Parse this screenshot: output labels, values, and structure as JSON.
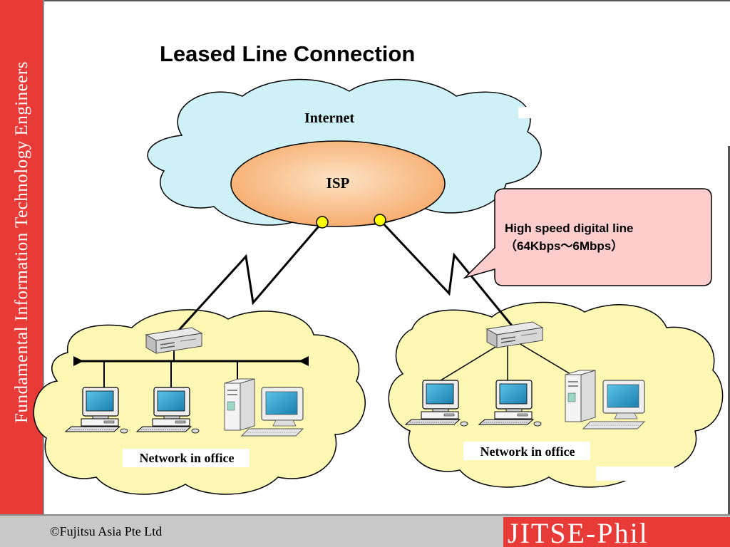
{
  "sidebar": {
    "text": "Fundamental Information Technology Engineers"
  },
  "slide": {
    "title": "Leased Line Connection"
  },
  "diagram": {
    "internet_label": "Internet",
    "isp_label": "ISP",
    "left_network_label": "Network in office",
    "right_network_label": "Network in office",
    "callout": {
      "line1": "High speed digital line",
      "line2": "（64Kbps～6Mbps）"
    }
  },
  "footer": {
    "copyright": "©Fujitsu Asia Pte Ltd",
    "logo_text": "JITSE-Phil"
  },
  "colors": {
    "sidebar": "#e83a36",
    "internet_cloud": "#cdf1f7",
    "isp_fill": "#f9b97a",
    "office_cloud": "#fcf7b3",
    "callout_fill": "#fdcccc",
    "connector_dot": "#ffff00",
    "monitor_screen": "#2e9ec8"
  }
}
